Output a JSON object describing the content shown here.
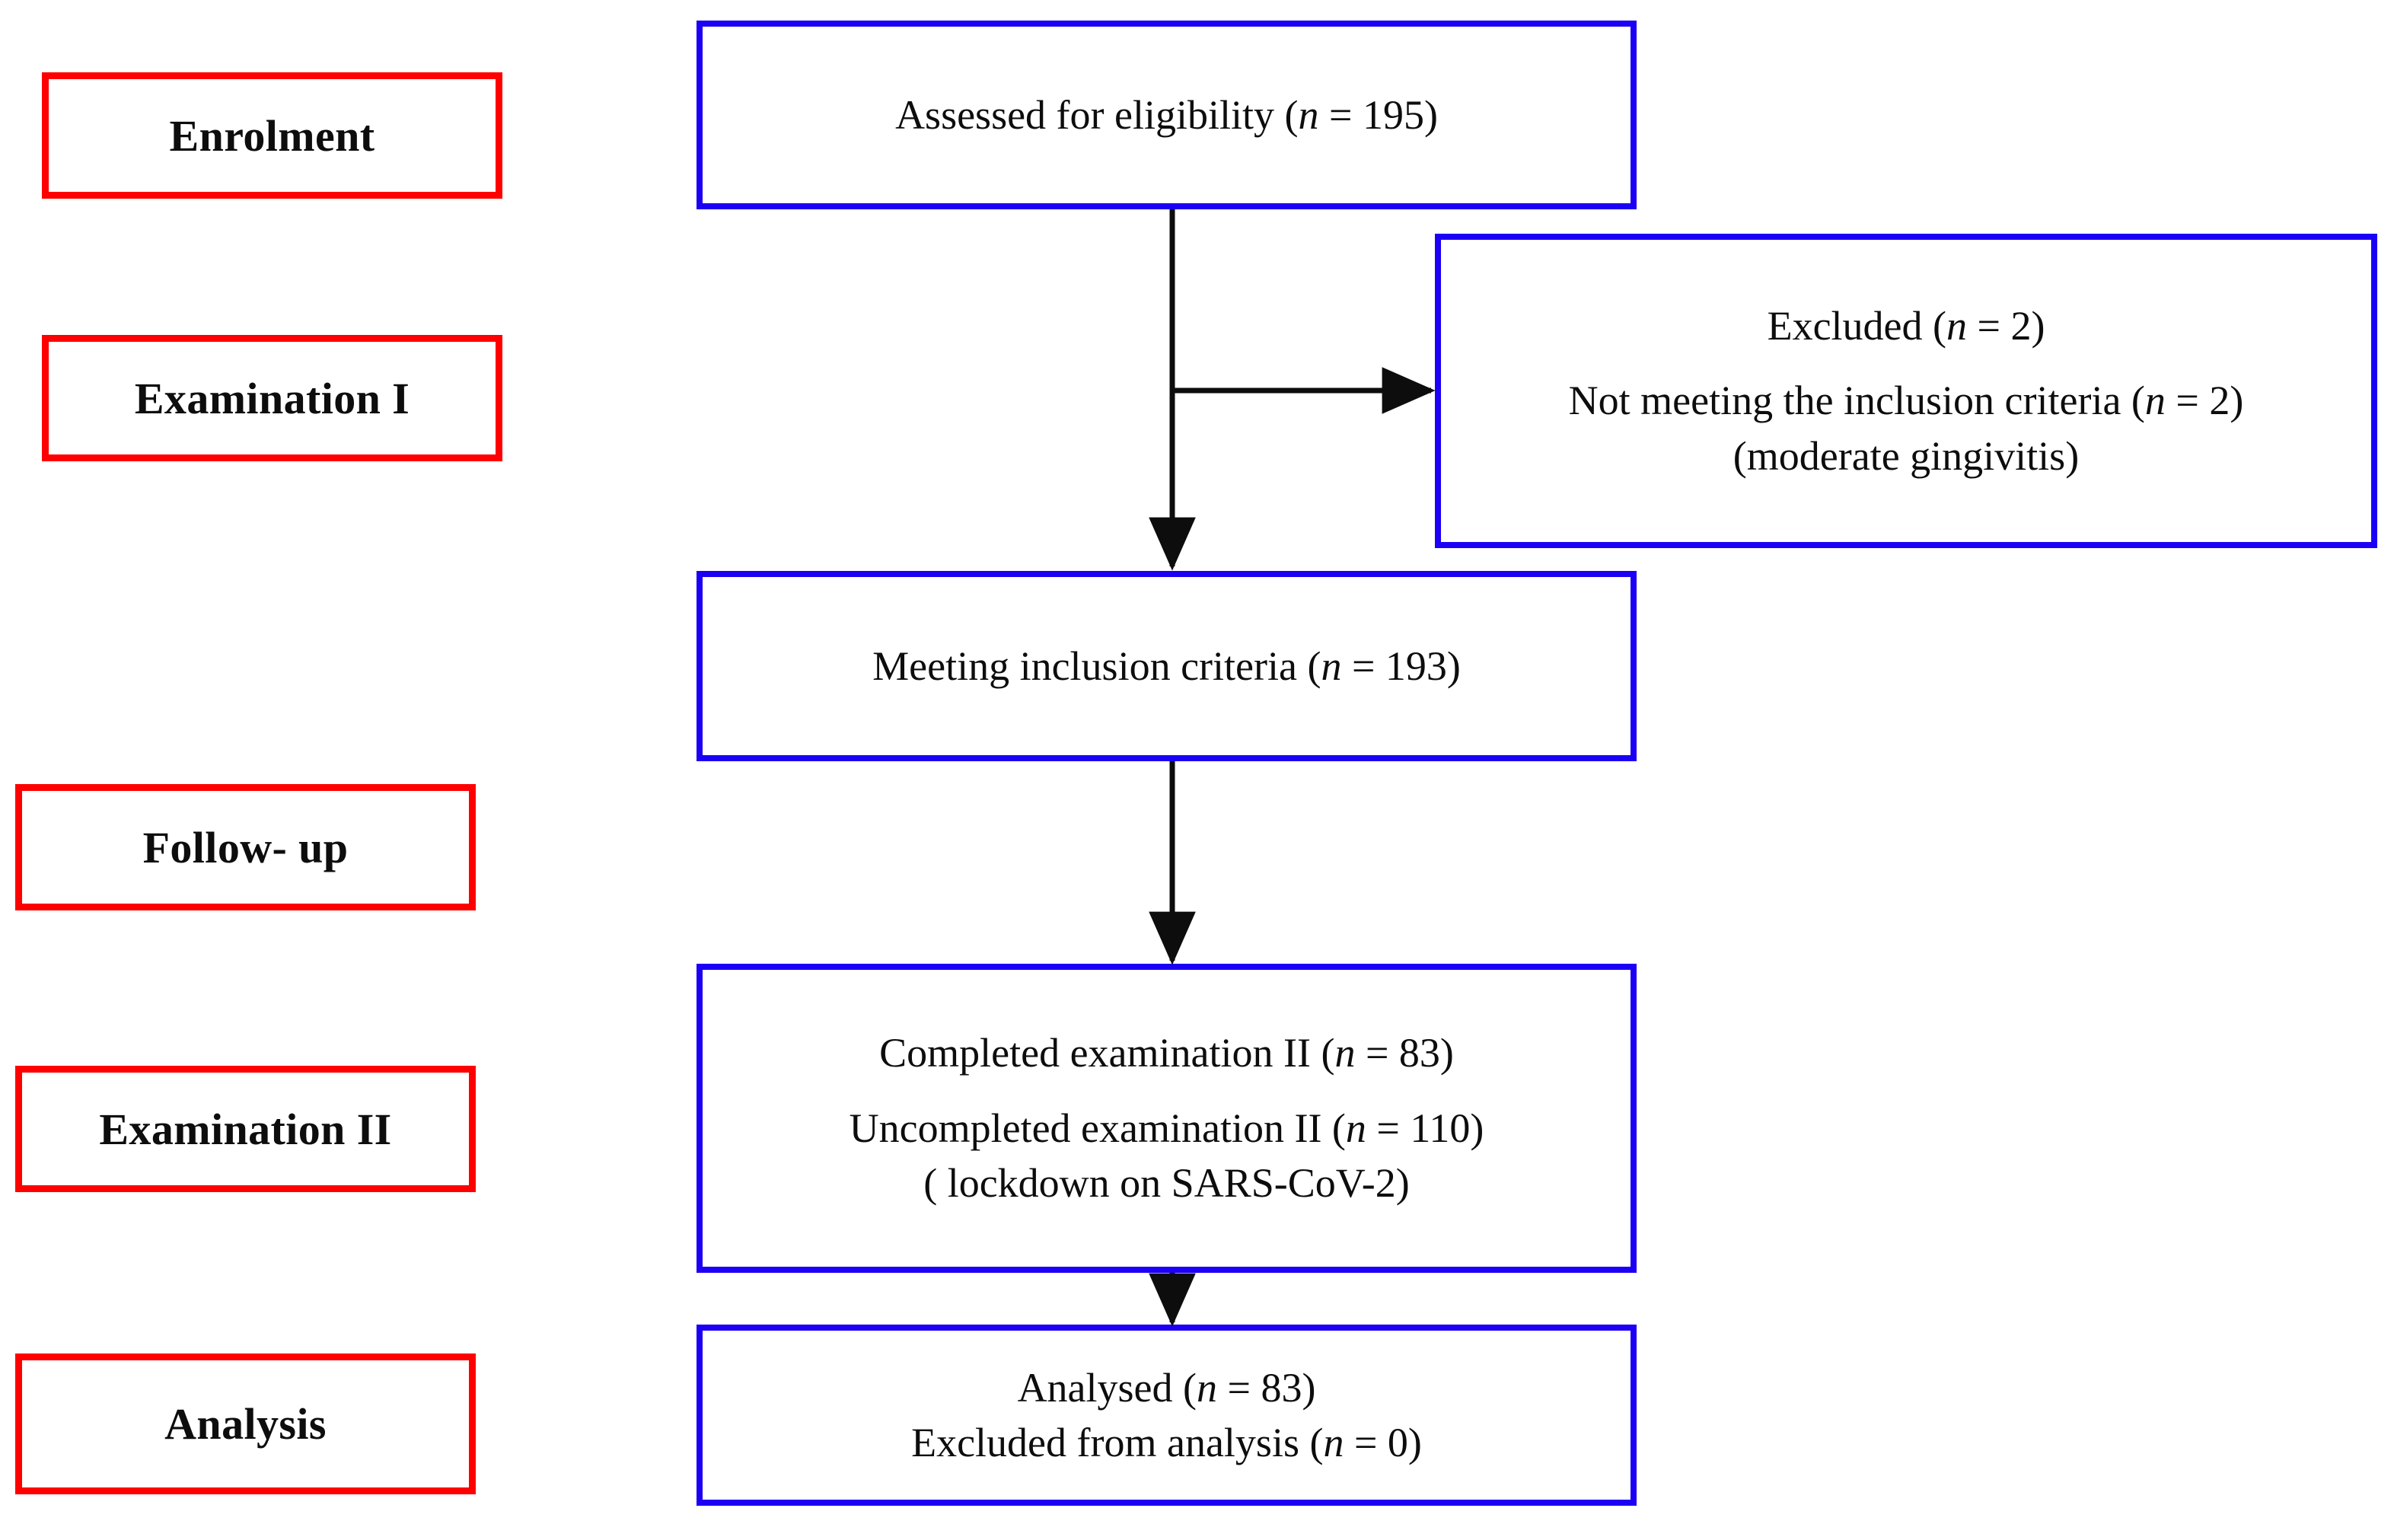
{
  "diagram": {
    "title": "CONSORT participant flow diagram",
    "colors": {
      "stage_border": "#fe0000",
      "flow_border": "#1b00f5",
      "connector": "#0d0d0d",
      "text": "#0d0d0d",
      "background": "#ffffff"
    }
  },
  "stages": [
    {
      "id": "enrolment",
      "label": "Enrolment"
    },
    {
      "id": "examination-i",
      "label": "Examination I"
    },
    {
      "id": "follow-up",
      "label": "Follow- up"
    },
    {
      "id": "examination-ii",
      "label": "Examination II"
    },
    {
      "id": "analysis",
      "label": "Analysis"
    }
  ],
  "nodes": {
    "eligibility": {
      "id": "assessed-for-eligibility",
      "lines": [
        {
          "pre": "Assessed for eligibility (",
          "italic": "n",
          "post": " = 195)"
        }
      ]
    },
    "excluded": {
      "id": "excluded",
      "lines": [
        {
          "pre": "Excluded (",
          "italic": "n",
          "post": " = 2)"
        },
        {
          "pre": "Not meeting the inclusion criteria (",
          "italic": "n",
          "post": " = 2)"
        },
        {
          "pre": "(moderate gingivitis)",
          "italic": "",
          "post": ""
        }
      ]
    },
    "meeting_criteria": {
      "id": "meeting-inclusion-criteria",
      "lines": [
        {
          "pre": "Meeting inclusion criteria  (",
          "italic": "n",
          "post": " = 193)"
        }
      ]
    },
    "examination_two": {
      "id": "examination-ii-results",
      "lines": [
        {
          "pre": "Completed examination II (",
          "italic": "n",
          "post": " = 83)"
        },
        {
          "pre": "Uncompleted examination II (",
          "italic": "n",
          "post": " = 110)"
        },
        {
          "pre": "( lockdown on SARS-CoV-2)",
          "italic": "",
          "post": ""
        }
      ]
    },
    "analysis": {
      "id": "analysed",
      "lines": [
        {
          "pre": "Analysed  (",
          "italic": "n",
          "post": " = 83)"
        },
        {
          "pre": "Excluded from analysis (",
          "italic": "n",
          "post": " = 0)"
        }
      ]
    }
  },
  "counts": {
    "assessed_for_eligibility": 195,
    "excluded_total": 2,
    "not_meeting_inclusion_criteria": 2,
    "meeting_inclusion_criteria": 193,
    "completed_examination_ii": 83,
    "uncompleted_examination_ii": 110,
    "analysed": 83,
    "excluded_from_analysis": 0
  },
  "connectors": [
    {
      "id": "eligibility-to-meeting",
      "type": "vertical-arrow",
      "from": "eligibility",
      "to": "meeting_criteria"
    },
    {
      "id": "eligibility-to-excluded",
      "type": "horizontal-arrow",
      "from": "eligibility",
      "to": "excluded"
    },
    {
      "id": "meeting-to-examination-two",
      "type": "vertical-arrow",
      "from": "meeting_criteria",
      "to": "examination_two"
    },
    {
      "id": "examination-two-to-analysis",
      "type": "vertical-arrow",
      "from": "examination_two",
      "to": "analysis"
    }
  ]
}
